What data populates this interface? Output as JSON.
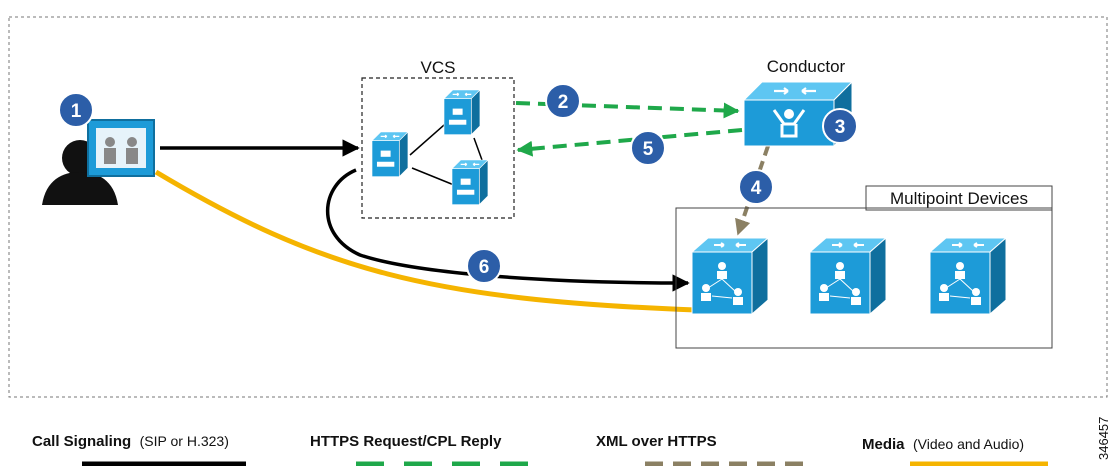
{
  "labels": {
    "vcs": "VCS",
    "conductor": "Conductor",
    "multipoint": "Multipoint Devices"
  },
  "badges": [
    "1",
    "2",
    "3",
    "4",
    "5",
    "6"
  ],
  "legend": {
    "call_signaling": {
      "bold": "Call Signaling",
      "rest": "(SIP or H.323)"
    },
    "https": {
      "bold": "HTTPS Request/CPL Reply"
    },
    "xml": {
      "bold": "XML over HTTPS"
    },
    "media": {
      "bold": "Media",
      "rest": "(Video and Audio)"
    }
  },
  "figure_id": "346457",
  "colors": {
    "signaling": "#000000",
    "https": "#1fa84a",
    "xml": "#8b8063",
    "media": "#f5b400",
    "device_blue": "#1d9bd8",
    "badge": "#2c5ea8"
  }
}
